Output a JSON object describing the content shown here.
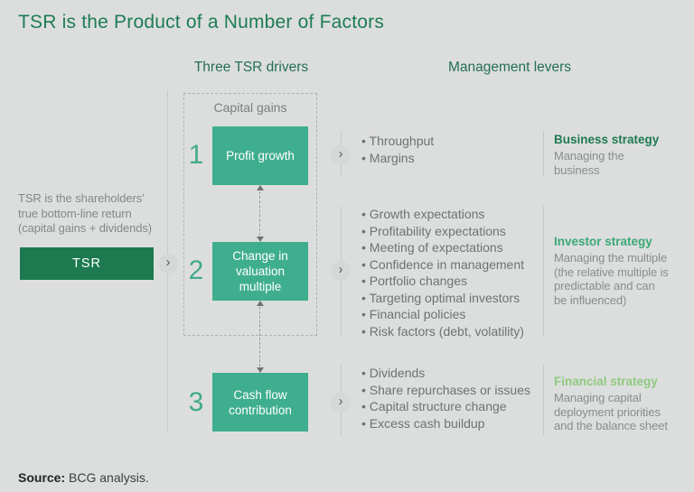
{
  "title": "TSR is the Product of a Number of Factors",
  "columns": {
    "drivers": "Three TSR drivers",
    "levers": "Management levers"
  },
  "left_panel": {
    "description_lines": [
      "TSR is the shareholders’",
      "true bottom-line return",
      "(capital gains + dividends)"
    ],
    "tsr_label": "TSR"
  },
  "group_label": "Capital gains",
  "icons": {
    "chevron_right": "›"
  },
  "drivers": [
    {
      "number": "1",
      "box_label": "Profit growth",
      "bullets": [
        "Throughput",
        "Margins"
      ],
      "strategy": {
        "title": "Business strategy",
        "color": "#1e7a52",
        "body_lines": [
          "Managing the",
          "business"
        ]
      }
    },
    {
      "number": "2",
      "box_label": "Change in valuation multiple",
      "bullets": [
        "Growth expectations",
        "Profitability expectations",
        "Meeting of expectations",
        "Confidence in management",
        "Portfolio changes",
        "Targeting optimal investors",
        "Financial policies",
        "Risk factors (debt, volatility)"
      ],
      "strategy": {
        "title": "Investor strategy",
        "color": "#3ca877",
        "body_lines": [
          "Managing the multiple",
          "(the relative multiple is",
          "predictable and can",
          "be influenced)"
        ]
      }
    },
    {
      "number": "3",
      "box_label": "Cash flow contribution",
      "bullets": [
        "Dividends",
        "Share repurchases or issues",
        "Capital structure change",
        "Excess cash buildup"
      ],
      "strategy": {
        "title": "Financial strategy",
        "color": "#8fc97f",
        "body_lines": [
          "Managing capital",
          "deployment priorities",
          "and the balance sheet"
        ]
      }
    }
  ],
  "source": {
    "label": "Source:",
    "text": "BCG analysis."
  },
  "palette": {
    "background": "#dcdedd",
    "accent_green": "#1e7c56",
    "driver_box_teal": "#3fae8e",
    "tsr_box_green": "#1d7a50",
    "number_teal": "#43aa8c",
    "gray_text": "#6e7271"
  }
}
